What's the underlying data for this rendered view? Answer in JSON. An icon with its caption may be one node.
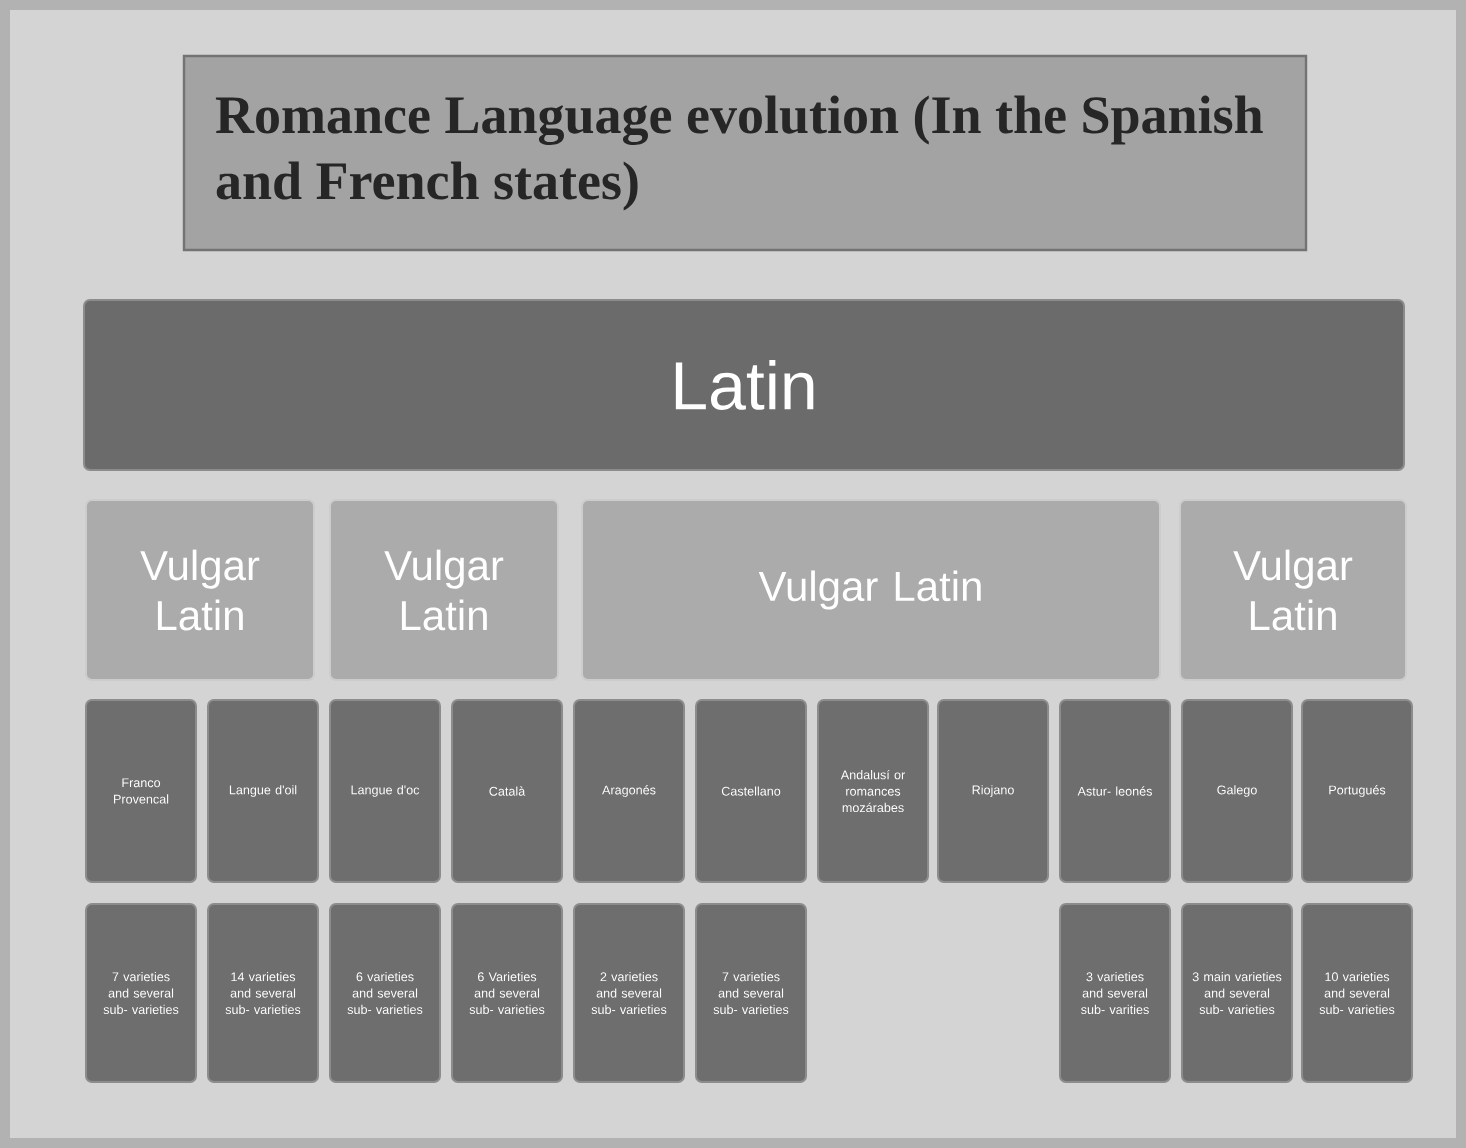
{
  "diagram": {
    "title": "Romance Language evolution (In the Spanish and French states)",
    "nodes": [
      {
        "text": [
          "Latin"
        ]
      },
      {
        "text": [
          "Vulgar Latin"
        ]
      },
      {
        "text": [
          "Vulgar Latin"
        ]
      },
      {
        "text": [
          "Vulgar Latin"
        ]
      },
      {
        "text": [
          "Vulgar Latin"
        ]
      },
      {
        "text": [
          "Franco Provencal"
        ]
      },
      {
        "text": [
          "Langue d'oil"
        ]
      },
      {
        "text": [
          "Langue d'oc"
        ]
      },
      {
        "text": [
          "Català"
        ]
      },
      {
        "text": [
          "Aragonés"
        ]
      },
      {
        "text": [
          "Castellano"
        ]
      },
      {
        "text": [
          "Andalusí or romances mozárabes"
        ]
      },
      {
        "text": [
          "Riojano"
        ]
      },
      {
        "text": [
          "Astur- leonés"
        ]
      },
      {
        "text": [
          "Galego"
        ]
      },
      {
        "text": [
          "Portugués"
        ]
      },
      {
        "text": [
          "7 varieties and several sub- varieties"
        ]
      },
      {
        "text": [
          "14 varieties and several sub- varieties"
        ]
      },
      {
        "text": [
          "6 varieties and several sub- varieties"
        ]
      },
      {
        "text": [
          "6 Varieties and several sub- varieties"
        ]
      },
      {
        "text": [
          "2 varieties and several sub- varieties"
        ]
      },
      {
        "text": [
          "7 varieties and several sub- varieties"
        ]
      },
      {
        "text": [
          "3 varieties and several sub- varities"
        ]
      },
      {
        "text": [
          "3 main varieties and several sub- varieties"
        ]
      },
      {
        "text": [
          "10 varieties and several sub- varieties"
        ]
      }
    ]
  }
}
